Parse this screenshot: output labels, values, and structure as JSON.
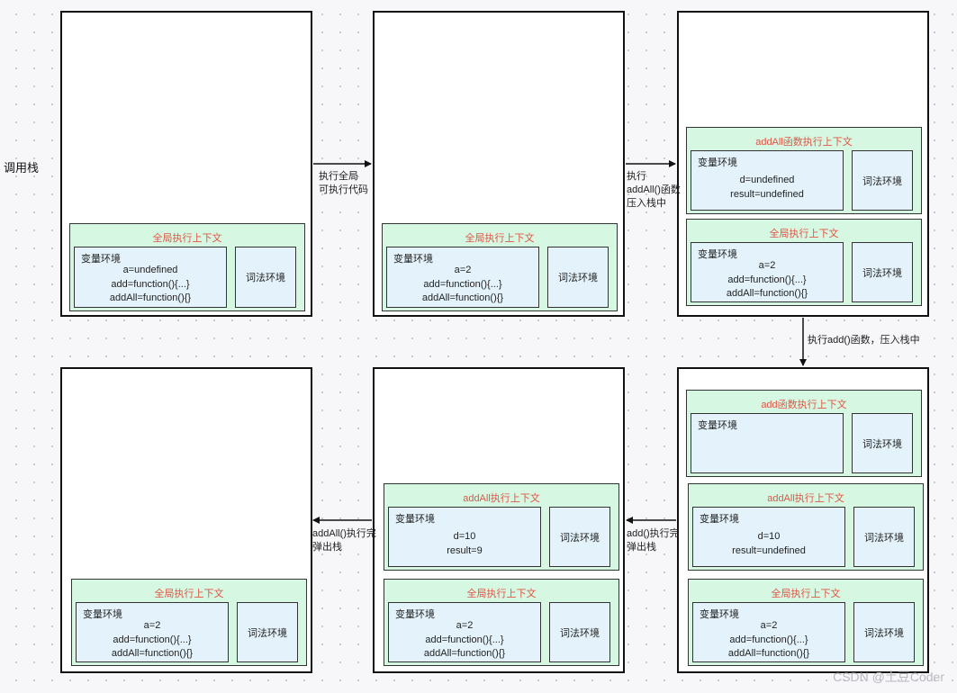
{
  "diagram_title": "调用栈",
  "labels": {
    "global_ctx": "全局执行上下文",
    "var_env": "变量环境",
    "lex_env": "词法环境",
    "addall_fn_ctx": "addAll函数执行上下文",
    "add_fn_ctx": "add函数执行上下文",
    "addall_ctx": "addAll执行上下文"
  },
  "values": {
    "global_init": [
      "a=undefined",
      "add=function(){...}",
      "addAll=function(){}"
    ],
    "global": [
      "a=2",
      "add=function(){...}",
      "addAll=function(){}"
    ],
    "addall_init": [
      "d=undefined",
      "result=undefined"
    ],
    "addall_d10": [
      "d=10",
      "result=undefined"
    ],
    "addall_done": [
      "d=10",
      "result=9"
    ]
  },
  "arrows": {
    "a1": [
      "执行全局",
      "可执行代码"
    ],
    "a2": [
      "执行",
      "addAll()函数",
      "压入栈中"
    ],
    "a3": "执行add()函数，压入栈中",
    "a4": [
      "add()执行完",
      "弹出栈"
    ],
    "a5": [
      "addAll()执行完",
      "弹出栈"
    ]
  },
  "watermark": "CSDN @土豆Coder"
}
